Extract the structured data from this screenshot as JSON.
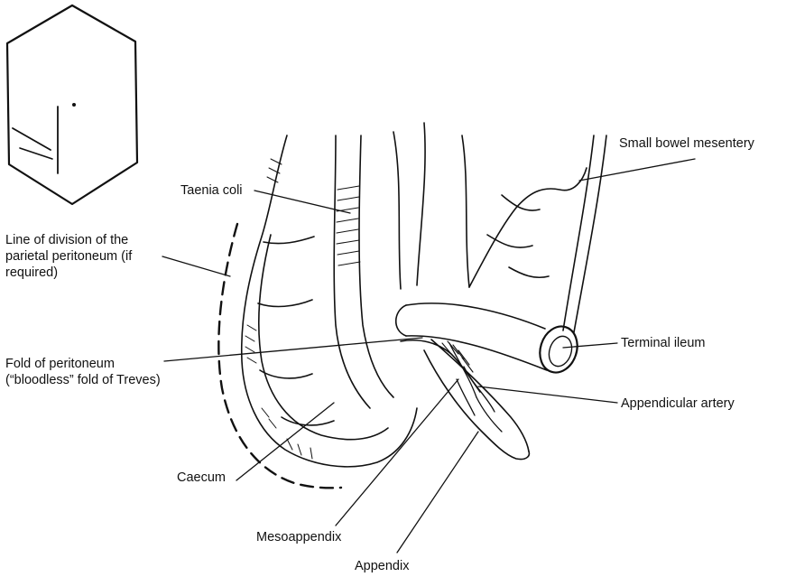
{
  "labels": {
    "small_bowel_mesentery": "Small bowel mesentery",
    "taenia_coli": "Taenia coli",
    "line_of_division": [
      "Line of division of the",
      "parietal peritoneum (if",
      "required)"
    ],
    "fold_of_peritoneum": [
      "Fold of peritoneum",
      "(“bloodless” fold of Treves)"
    ],
    "terminal_ileum": "Terminal ileum",
    "appendicular_artery": "Appendicular artery",
    "caecum": "Caecum",
    "mesoappendix": "Mesoappendix",
    "appendix": "Appendix"
  },
  "colors": {
    "ink": "#111111",
    "background": "#ffffff"
  }
}
